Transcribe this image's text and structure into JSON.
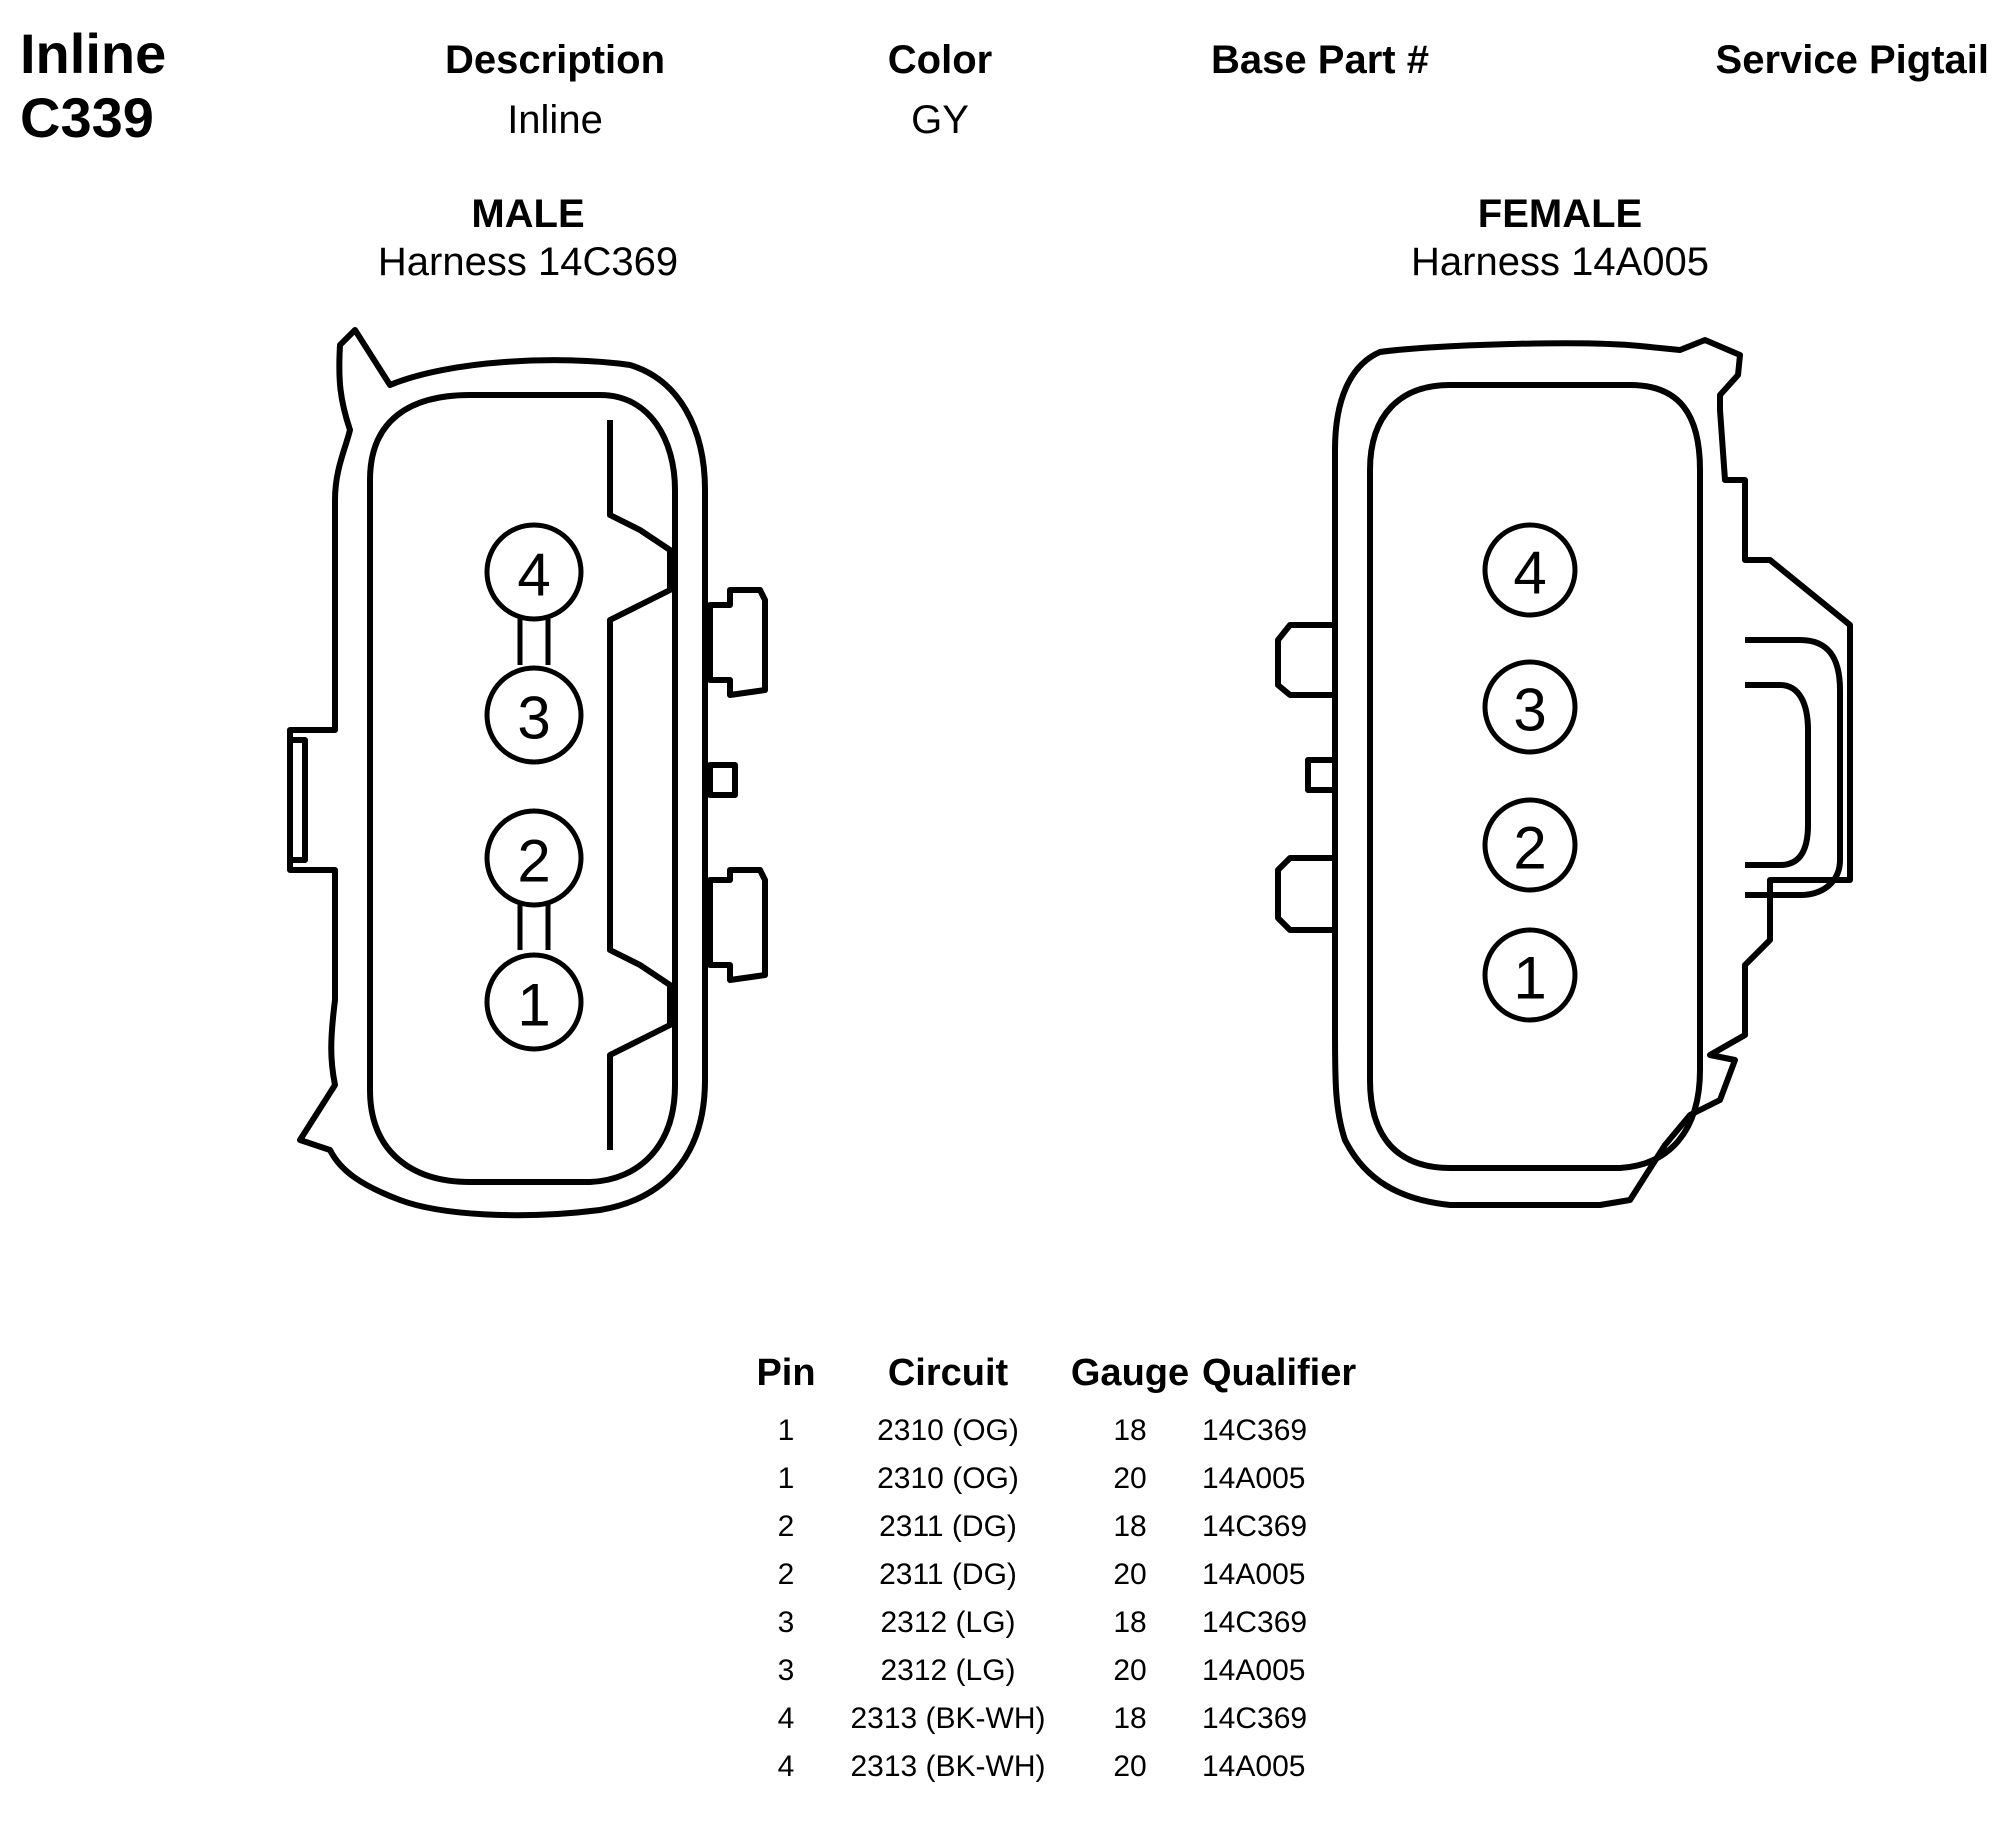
{
  "connector": {
    "type_label": "Inline",
    "id": "C339"
  },
  "info": {
    "headers": {
      "description": "Description",
      "color": "Color",
      "base_part": "Base Part #",
      "service_pigtail": "Service Pigtail"
    },
    "values": {
      "description": "Inline",
      "color": "GY",
      "base_part": "",
      "service_pigtail": ""
    }
  },
  "male": {
    "title": "MALE",
    "harness": "Harness 14C369",
    "pins": [
      "4",
      "3",
      "2",
      "1"
    ]
  },
  "female": {
    "title": "FEMALE",
    "harness": "Harness 14A005",
    "pins": [
      "4",
      "3",
      "2",
      "1"
    ]
  },
  "pin_table": {
    "headers": [
      "Pin",
      "Circuit",
      "Gauge",
      "Qualifier"
    ],
    "rows": [
      [
        "1",
        "2310 (OG)",
        "18",
        "14C369"
      ],
      [
        "1",
        "2310 (OG)",
        "20",
        "14A005"
      ],
      [
        "2",
        "2311 (DG)",
        "18",
        "14C369"
      ],
      [
        "2",
        "2311 (DG)",
        "20",
        "14A005"
      ],
      [
        "3",
        "2312 (LG)",
        "18",
        "14C369"
      ],
      [
        "3",
        "2312 (LG)",
        "20",
        "14A005"
      ],
      [
        "4",
        "2313 (BK-WH)",
        "18",
        "14C369"
      ],
      [
        "4",
        "2313 (BK-WH)",
        "20",
        "14A005"
      ]
    ]
  }
}
